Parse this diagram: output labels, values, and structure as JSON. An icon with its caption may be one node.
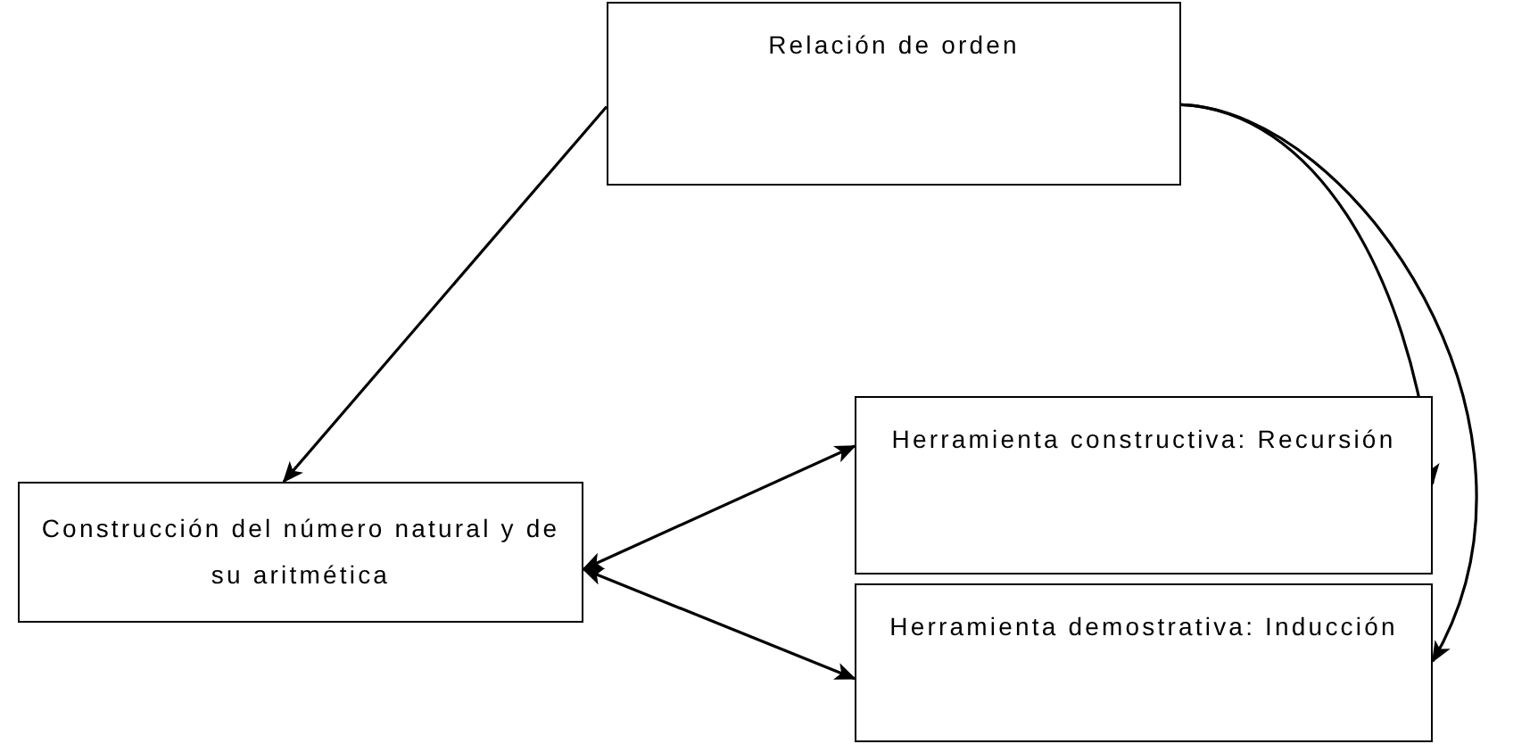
{
  "diagram": {
    "nodes": [
      {
        "text": [
          "Relación de orden"
        ]
      },
      {
        "text": [
          "Herramienta constructiva: Recursión"
        ]
      },
      {
        "text": [
          "Construcción del número natural y de su aritmética"
        ]
      },
      {
        "text": [
          "Herramienta demostrativa: Inducción"
        ]
      }
    ],
    "edges": [
      {
        "from": 0,
        "to": 2,
        "arrow": "to"
      },
      {
        "from": 2,
        "to": 1,
        "arrow": "both"
      },
      {
        "from": 2,
        "to": 3,
        "arrow": "both"
      },
      {
        "from": 0,
        "to": 1,
        "arrow": "to"
      },
      {
        "from": 0,
        "to": 3,
        "arrow": "to"
      }
    ]
  }
}
